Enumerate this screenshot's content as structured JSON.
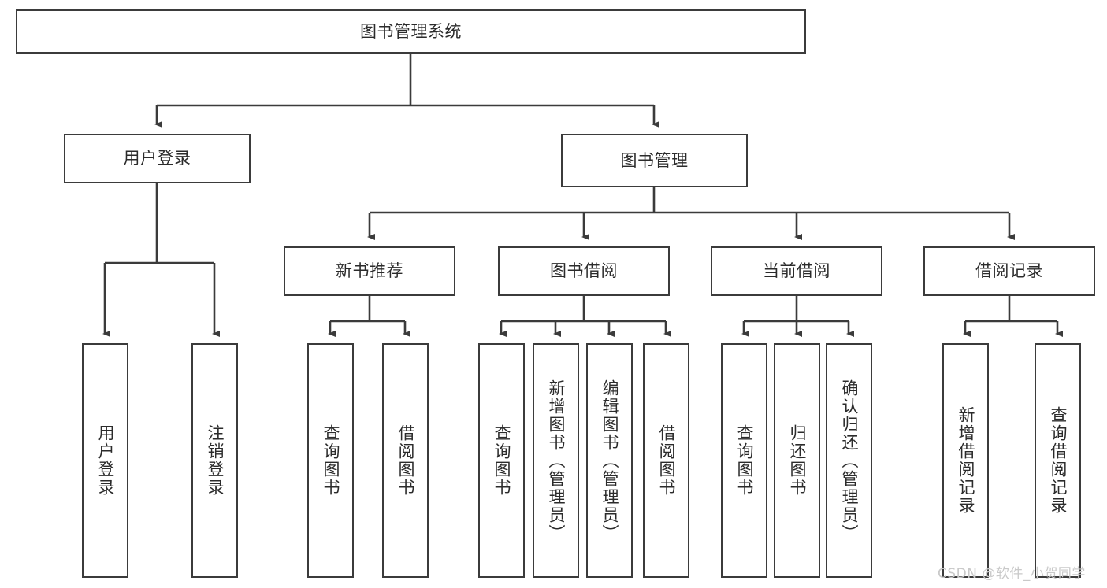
{
  "diagram": {
    "type": "tree-hierarchy-chart",
    "title": "图书管理系统",
    "stroke_color": "#3b3b3b",
    "text_color": "#2b2b2b",
    "background": "#ffffff",
    "nodes": {
      "root": {
        "label": "图书管理系统",
        "orientation": "horizontal"
      },
      "l1": [
        {
          "id": "user-login",
          "label": "用户登录",
          "orientation": "horizontal"
        },
        {
          "id": "book-manage",
          "label": "图书管理",
          "orientation": "horizontal"
        }
      ],
      "l2": [
        {
          "id": "new-book-recommend",
          "label": "新书推荐",
          "orientation": "horizontal",
          "parent": "book-manage"
        },
        {
          "id": "book-borrow",
          "label": "图书借阅",
          "orientation": "horizontal",
          "parent": "book-manage"
        },
        {
          "id": "current-borrow",
          "label": "当前借阅",
          "orientation": "horizontal",
          "parent": "book-manage"
        },
        {
          "id": "borrow-record",
          "label": "借阅记录",
          "orientation": "horizontal",
          "parent": "book-manage"
        }
      ],
      "leaves": [
        {
          "id": "leaf-user-login",
          "label": "用户登录",
          "parent": "user-login"
        },
        {
          "id": "leaf-user-logout",
          "label": "注销登录",
          "parent": "user-login"
        },
        {
          "id": "leaf-query-book-1",
          "label": "查询图书",
          "parent": "new-book-recommend"
        },
        {
          "id": "leaf-borrow-book-1",
          "label": "借阅图书",
          "parent": "new-book-recommend"
        },
        {
          "id": "leaf-query-book-2",
          "label": "查询图书",
          "parent": "book-borrow"
        },
        {
          "id": "leaf-add-book",
          "label": "新增图书（管理员）",
          "parent": "book-borrow"
        },
        {
          "id": "leaf-edit-book",
          "label": "编辑图书（管理员）",
          "parent": "book-borrow"
        },
        {
          "id": "leaf-borrow-book-2",
          "label": "借阅图书",
          "parent": "book-borrow"
        },
        {
          "id": "leaf-query-book-3",
          "label": "查询图书",
          "parent": "current-borrow"
        },
        {
          "id": "leaf-return-book",
          "label": "归还图书",
          "parent": "current-borrow"
        },
        {
          "id": "leaf-confirm-return",
          "label": "确认归还（管理员）",
          "parent": "current-borrow"
        },
        {
          "id": "leaf-add-record",
          "label": "新增借阅记录",
          "parent": "borrow-record"
        },
        {
          "id": "leaf-query-record",
          "label": "查询借阅记录",
          "parent": "borrow-record"
        }
      ]
    }
  },
  "watermark": {
    "text": "CSDN @软件_小贺同学",
    "color": "#c9c9c9"
  }
}
